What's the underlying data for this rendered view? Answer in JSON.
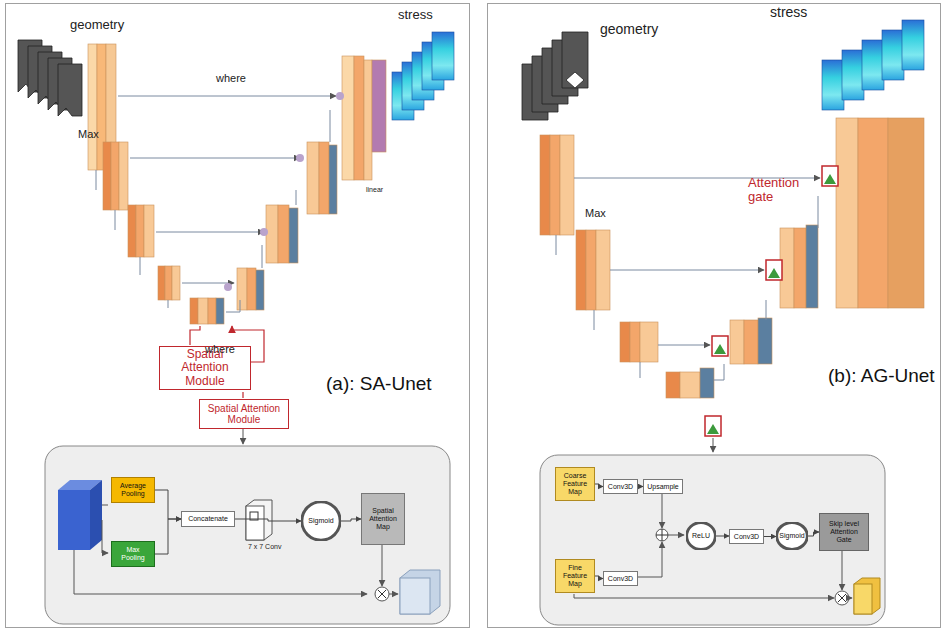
{
  "diagram": {
    "nodes": [
      {
        "text": [
          "(a): SA-Unet"
        ]
      },
      {
        "text": [
          "(b): AG-Unet"
        ]
      },
      {
        "text": [
          "Spatial Attention Module"
        ],
        "in": 0
      },
      {
        "text": [
          "Spatial Attention Module"
        ],
        "in": 0
      },
      {
        "text": [
          "Average Pooling"
        ],
        "in": 0
      },
      {
        "text": [
          "Max Pooling"
        ],
        "in": 0
      },
      {
        "text": [
          "Concatenate"
        ],
        "in": 0
      },
      {
        "text": [
          "Sigmoid"
        ],
        "in": 0
      },
      {
        "text": [
          "Spatial Attention Map"
        ],
        "in": 0
      },
      {
        "text": [
          "Coarse Feature Map"
        ],
        "in": 1
      },
      {
        "text": [
          "Conv3D"
        ],
        "in": 1
      },
      {
        "text": [
          "Upsample"
        ],
        "in": 1
      },
      {
        "text": [
          "Fine Feature Map"
        ],
        "in": 1
      },
      {
        "text": [
          "Conv3D"
        ],
        "in": 1
      },
      {
        "text": [
          "ReLU"
        ],
        "in": 1
      },
      {
        "text": [
          "Conv3D"
        ],
        "in": 1
      },
      {
        "text": [
          "Sigmoid"
        ],
        "in": 1
      },
      {
        "text": [
          "Skip level Attention Gate"
        ],
        "in": 1
      }
    ],
    "edges": [
      {
        "from": 4,
        "to": 6,
        "arrow": "to"
      },
      {
        "from": 5,
        "to": 6,
        "arrow": "to"
      },
      {
        "from": 6,
        "to": 7,
        "arrow": "to"
      },
      {
        "from": 7,
        "to": 8,
        "arrow": "to"
      },
      {
        "from": 9,
        "to": 10,
        "arrow": "to"
      },
      {
        "from": 10,
        "to": 11,
        "arrow": "to"
      },
      {
        "from": 12,
        "to": 13,
        "arrow": "to"
      },
      {
        "from": 14,
        "to": 15,
        "arrow": "to"
      },
      {
        "from": 15,
        "to": 16,
        "arrow": "to"
      },
      {
        "from": 16,
        "to": 17,
        "arrow": "to"
      }
    ],
    "labels": [
      "geometry",
      "stress",
      "where",
      "Max",
      "linear",
      "where",
      "7 x 7 Conv",
      "geometry",
      "stress",
      "Max",
      "Attention gate"
    ]
  }
}
